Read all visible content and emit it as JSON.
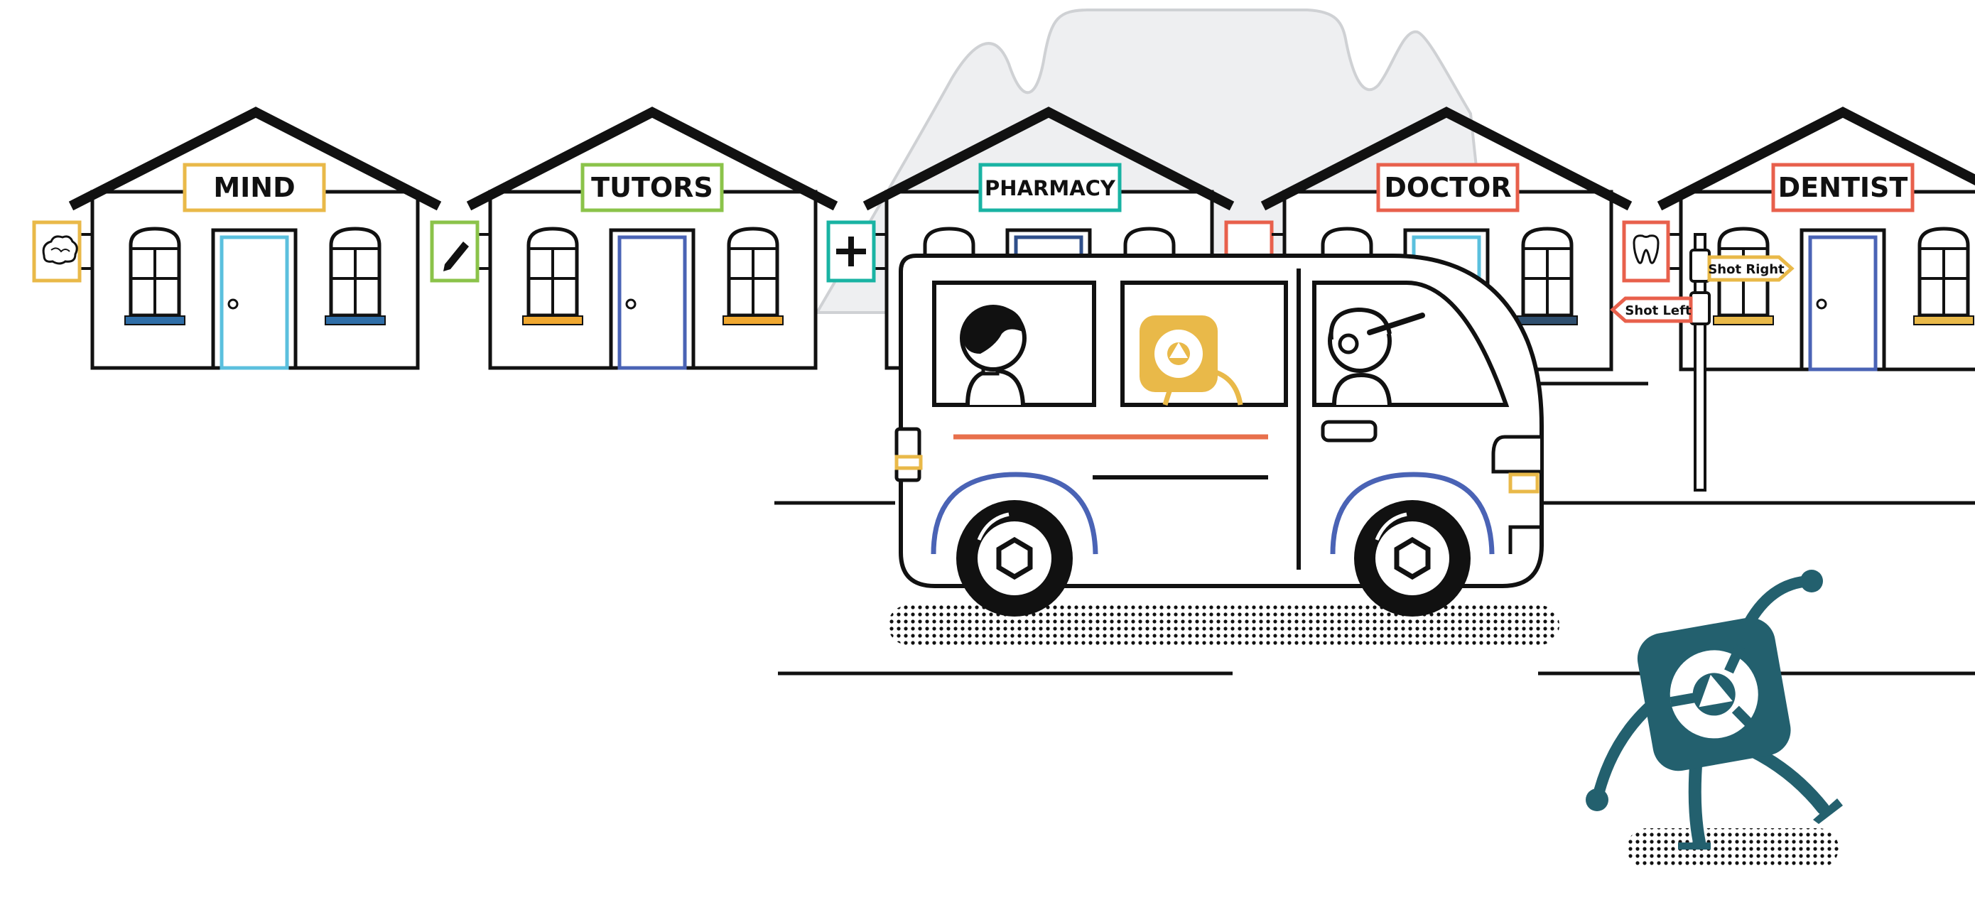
{
  "houses": [
    {
      "label": "MIND",
      "sign_color": "#e9b949",
      "door_color": "#5bc0de",
      "sill_color": "#2f6ea8",
      "icon": "brain-icon",
      "icon_color": "#e9b949"
    },
    {
      "label": "TUTORS",
      "sign_color": "#8bc34a",
      "door_color": "#4a63b5",
      "sill_color": "#f0a830",
      "icon": "pencil-icon",
      "icon_color": "#8bc34a"
    },
    {
      "label": "PHARMACY",
      "sign_color": "#19b3a3",
      "door_color": "#2f4f8a",
      "sill_color": "#f0a830",
      "icon": "plus-icon",
      "icon_color": "#19b3a3"
    },
    {
      "label": "DOCTOR",
      "sign_color": "#e8604c",
      "door_color": "#5bc0de",
      "sill_color": "#2f4f6f",
      "icon": "medical-icon",
      "icon_color": "#e8604c"
    },
    {
      "label": "DENTIST",
      "sign_color": "#e8604c",
      "door_color": "#4a63b5",
      "sill_color": "#e9b949",
      "icon": "tooth-icon",
      "icon_color": "#e8604c"
    }
  ],
  "signpost": {
    "right_label": "Shot Right",
    "left_label": "Shot Left",
    "right_color": "#e9b949",
    "left_color": "#e8604c"
  },
  "van": {
    "stripe_color": "#e8704c",
    "fender_color": "#4a63b5",
    "accent_color": "#e9b949",
    "passenger": "person-icon",
    "mascot": "mascot-logo-icon",
    "driver": "driver-icon"
  },
  "mascot": {
    "icon": "walking-mascot-icon",
    "color": "#23606e"
  },
  "colors": {
    "line": "#111111",
    "mountain": "#eeeff1",
    "mountain_outline": "#cfd1d4"
  }
}
